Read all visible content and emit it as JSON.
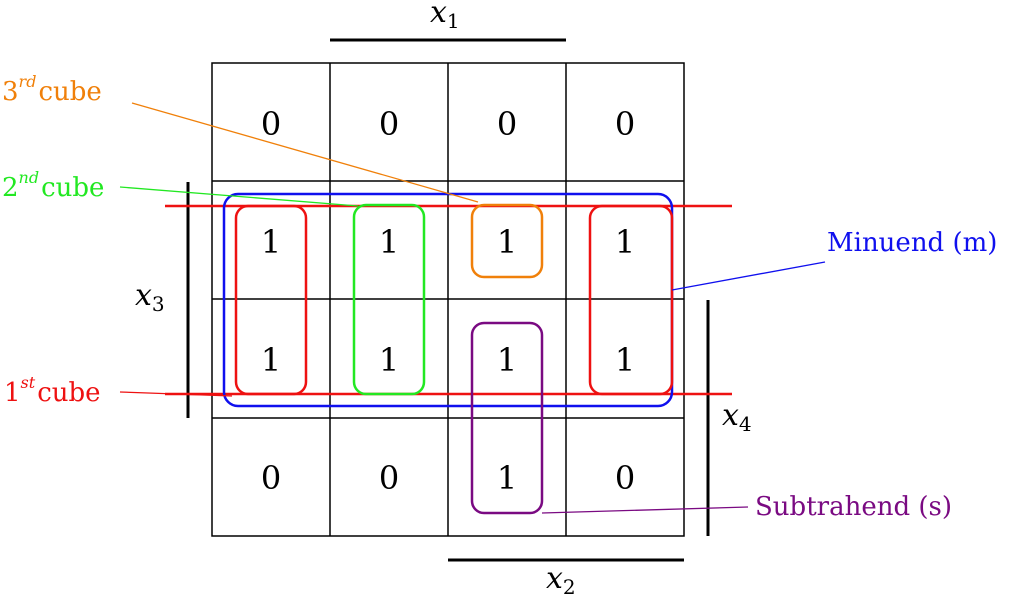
{
  "kmap": {
    "rows": [
      [
        "0",
        "0",
        "0",
        "0"
      ],
      [
        "1",
        "1",
        "1",
        "1"
      ],
      [
        "1",
        "1",
        "1",
        "1"
      ],
      [
        "0",
        "0",
        "1",
        "0"
      ]
    ]
  },
  "variables": {
    "x1": {
      "base": "x",
      "sub": "1"
    },
    "x2": {
      "base": "x",
      "sub": "2"
    },
    "x3": {
      "base": "x",
      "sub": "3"
    },
    "x4": {
      "base": "x",
      "sub": "4"
    }
  },
  "annotations": {
    "cube3": {
      "num": "3",
      "sup": "rd",
      "word": "cube",
      "color": "#f0800a"
    },
    "cube2": {
      "num": "2",
      "sup": "nd",
      "word": "cube",
      "color": "#22e822"
    },
    "cube1": {
      "num": "1",
      "sup": "st",
      "word": "cube",
      "color": "#ee1111"
    },
    "minuend": {
      "text": "Minuend (m)",
      "color": "#1010ee"
    },
    "subtrahend": {
      "text": "Subtrahend (s)",
      "color": "#7a0a82"
    }
  }
}
